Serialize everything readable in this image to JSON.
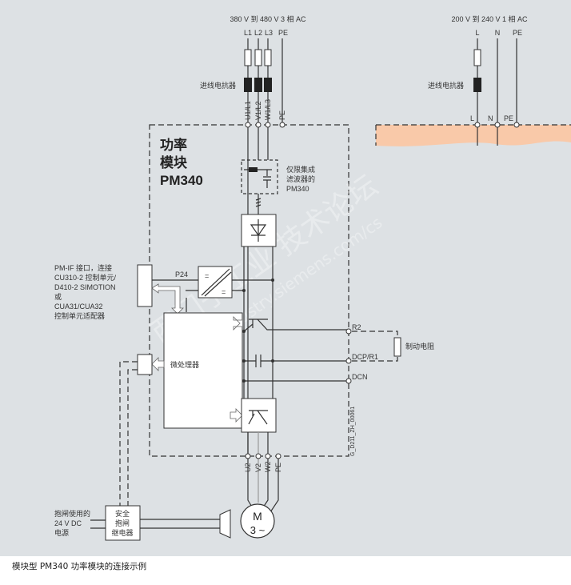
{
  "supply_3ph": {
    "title": "380 V 到 480 V 3 相 AC",
    "lines": [
      "L1",
      "L2",
      "L3",
      "PE"
    ],
    "reactor_label": "进线电抗器",
    "terminals": [
      "U1/L1",
      "V1/L2",
      "W1/L3",
      "PE"
    ]
  },
  "supply_1ph": {
    "title": "200 V 到 240 V 1 相 AC",
    "lines": [
      "L",
      "N",
      "PE"
    ],
    "reactor_label": "进线电抗器",
    "terminals": [
      "L",
      "N",
      "PE"
    ]
  },
  "module": {
    "title_lines": [
      "功率",
      "模块",
      "PM340"
    ],
    "filter_note": [
      "仅限集成",
      "滤波器的",
      "PM340"
    ],
    "p24_label": "P24",
    "converter_symbol": "=",
    "micro_label": "微处理器",
    "drawing_code": "G_D211_ZH_00061"
  },
  "pm_if": {
    "lines": [
      "PM-IF 接口，连接",
      "CU310-2 控制单元/",
      "D410-2 SIMOTION",
      "或",
      "CUA31/CUA32",
      "控制单元适配器"
    ]
  },
  "dc_terminals": [
    "R2",
    "DCP/R1",
    "DCN"
  ],
  "brake_resistor_label": "制动电阻",
  "output_terminals": [
    "U2",
    "V2",
    "W2",
    "PE"
  ],
  "motor": {
    "line1": "M",
    "line2": "3 ~"
  },
  "brake_supply": {
    "lines": [
      "抱闸使用的",
      "24 V DC",
      "电源"
    ]
  },
  "brake_relay": {
    "lines": [
      "安全",
      "抱闸",
      "继电器"
    ]
  },
  "watermark": {
    "line1": "西门子工业 技术论坛",
    "line2": "support.industry.siemens.com/cs"
  },
  "caption": "模块型 PM340 功率模块的连接示例",
  "colors": {
    "background": "#dde1e4",
    "module_fill": "#f9c9a9",
    "line": "#333333"
  }
}
